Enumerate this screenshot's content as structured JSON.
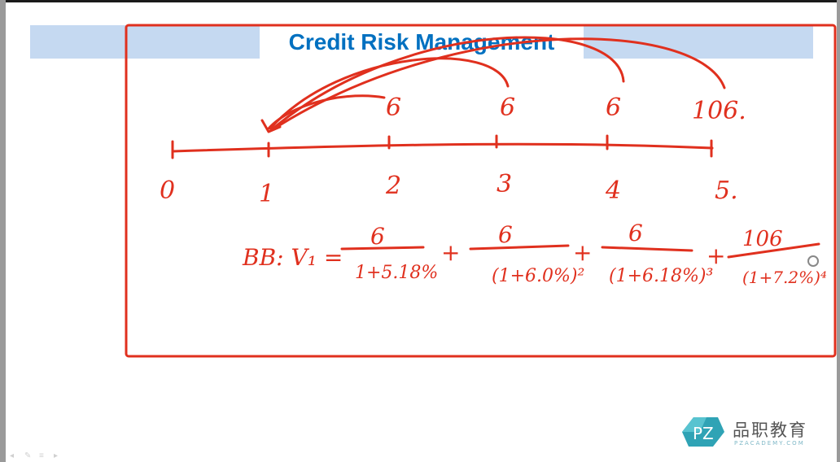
{
  "slide": {
    "title": "Credit Risk Management"
  },
  "annotation": {
    "ink_color": "#e0301e",
    "timeline_labels": [
      "0",
      "1",
      "2",
      "3",
      "4",
      "5."
    ],
    "cash_flows": [
      "6",
      "6",
      "6",
      "106."
    ],
    "formula": {
      "prefix": "BB: V₁ =",
      "terms": [
        {
          "numerator": "6",
          "denominator": "1+5.18%"
        },
        {
          "numerator": "6",
          "denominator": "(1+6.0%)²"
        },
        {
          "numerator": "6",
          "denominator": "(1+6.18%)³"
        },
        {
          "numerator": "106",
          "denominator": "(1+7.2%)⁴"
        }
      ],
      "operator": "+"
    }
  },
  "colors": {
    "title": "#0070c0",
    "banner": "#c5d9f1",
    "highlight_box": "#e0301e",
    "ink": "#e0301e",
    "logo_teal": "#2fa3b5"
  },
  "logo": {
    "mark": "PZ",
    "name_cn": "品职教育",
    "site": "PZACADEMY.COM"
  },
  "icons": [
    "prev-arrow-icon",
    "pen-icon",
    "menu-icon",
    "next-arrow-icon"
  ]
}
